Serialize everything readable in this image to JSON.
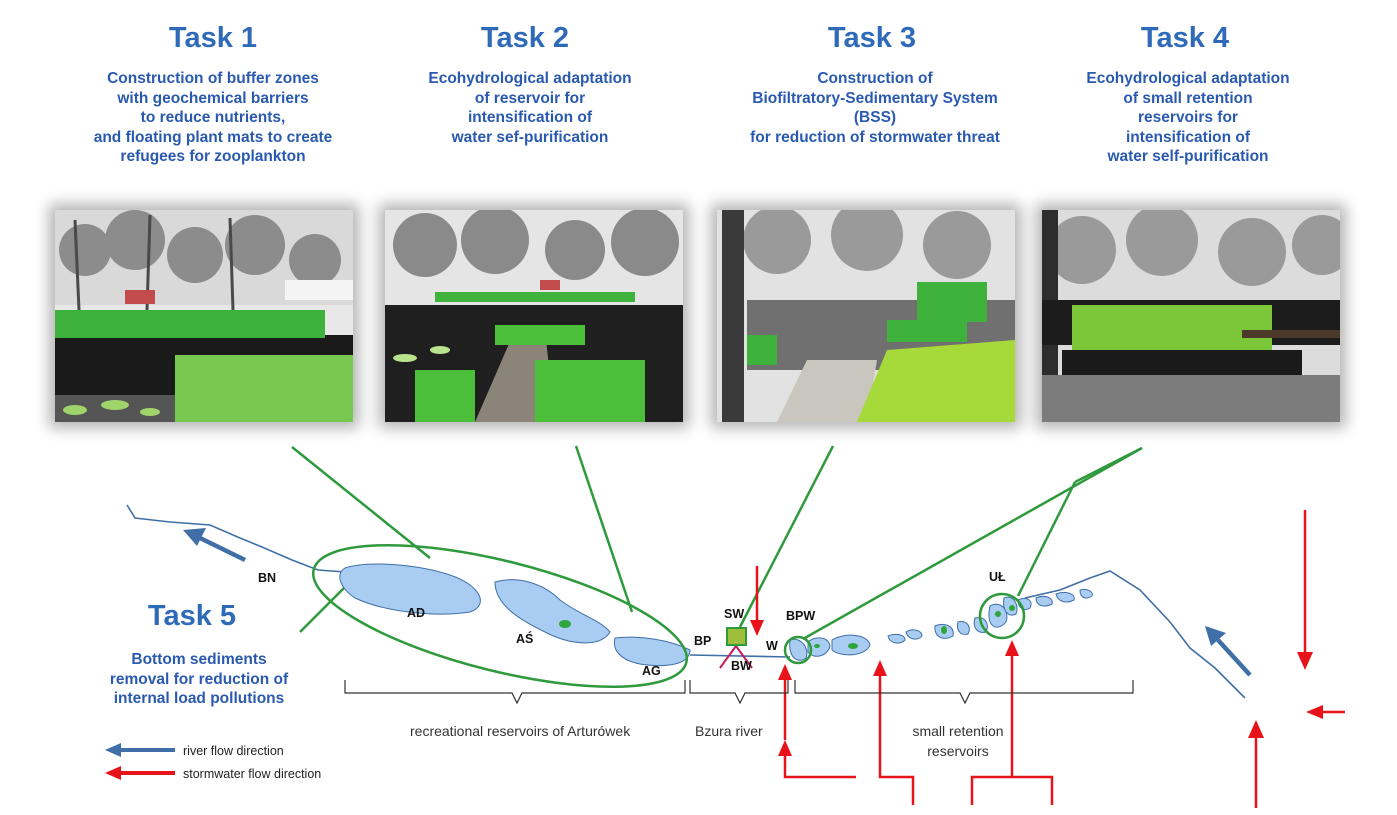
{
  "tasks": [
    {
      "title": "Task 1",
      "description": [
        "Construction of buffer zones",
        "with geochemical barriers",
        "to reduce nutrients,",
        "and floating plant mats to create",
        "refugees for zooplankton"
      ]
    },
    {
      "title": "Task 2",
      "description": [
        "Ecohydrological adaptation",
        "of reservoir for",
        "intensification of",
        "water sef-purification"
      ]
    },
    {
      "title": "Task 3",
      "description": [
        "Construction of",
        "Biofiltratory-Sedimentary System",
        "(BSS)",
        "for reduction of stormwater threat"
      ]
    },
    {
      "title": "Task 4",
      "description": [
        "Ecohydrological adaptation",
        "of small retention",
        "reservoirs for",
        "intensification of",
        "water self-purification"
      ]
    },
    {
      "title": "Task 5",
      "description": [
        "Bottom sediments",
        "removal for reduction of",
        "internal load pollutions"
      ]
    }
  ],
  "map_labels": {
    "bn": "BN",
    "ad": "AD",
    "as": "AŚ",
    "ag": "AG",
    "bp": "BP",
    "sw": "SW",
    "bw": "BW",
    "w": "W",
    "bpw": "BPW",
    "ul": "UŁ"
  },
  "groups": {
    "recreational": "recreational reservoirs of Arturówek",
    "bzura": "Bzura river",
    "small_retention": [
      "small retention",
      "reservoirs"
    ]
  },
  "legend": {
    "river": "river flow direction",
    "stormwater": "stormwater flow direction"
  },
  "colors": {
    "title_blue": "#2f6ab8",
    "water_fill": "#a9cdf2",
    "river_line": "#3f6fa6",
    "callout_green": "#2e9a3c",
    "storm_red": "#e8131a",
    "plant_green": "#2fa43b"
  },
  "photos": [
    {
      "subject": "buffer-zone-photo"
    },
    {
      "subject": "reservoir-adaptation-photo"
    },
    {
      "subject": "bss-photo"
    },
    {
      "subject": "small-retention-photo"
    }
  ]
}
